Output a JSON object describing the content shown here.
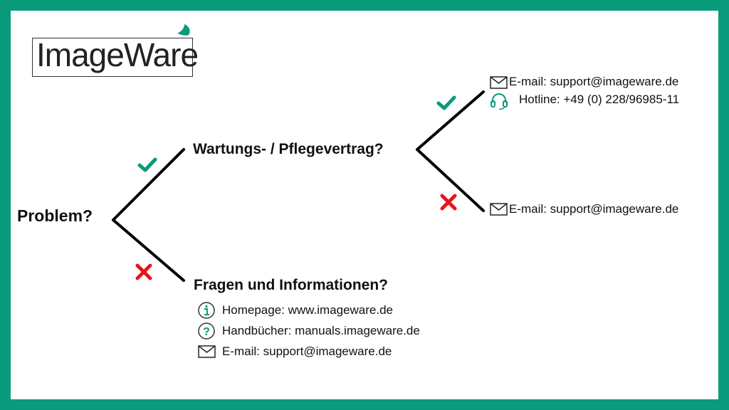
{
  "brand": {
    "logo_text": "ImageWare",
    "accent_color": "#0a9a7c"
  },
  "tree": {
    "root": "Problem?",
    "yes_branch": {
      "question": "Wartungs- / Pflegevertrag?",
      "yes": {
        "email": "E-mail: support@imageware.de",
        "hotline": "Hotline: +49 (0) 228/96985-11"
      },
      "no": {
        "email": "E-mail: support@imageware.de"
      }
    },
    "no_branch": {
      "question": "Fragen und Informationen?",
      "homepage": "Homepage: www.imageware.de",
      "manuals": "Handbücher: manuals.imageware.de",
      "email": "E-mail: support@imageware.de"
    }
  },
  "icons": {
    "yes": "check-icon",
    "no": "cross-icon",
    "mail": "envelope-icon",
    "hotline": "headset-icon",
    "info": "info-icon",
    "help": "question-icon"
  },
  "colors": {
    "check": "#0a9a7c",
    "cross": "#e8141b",
    "lines": "#000000"
  }
}
